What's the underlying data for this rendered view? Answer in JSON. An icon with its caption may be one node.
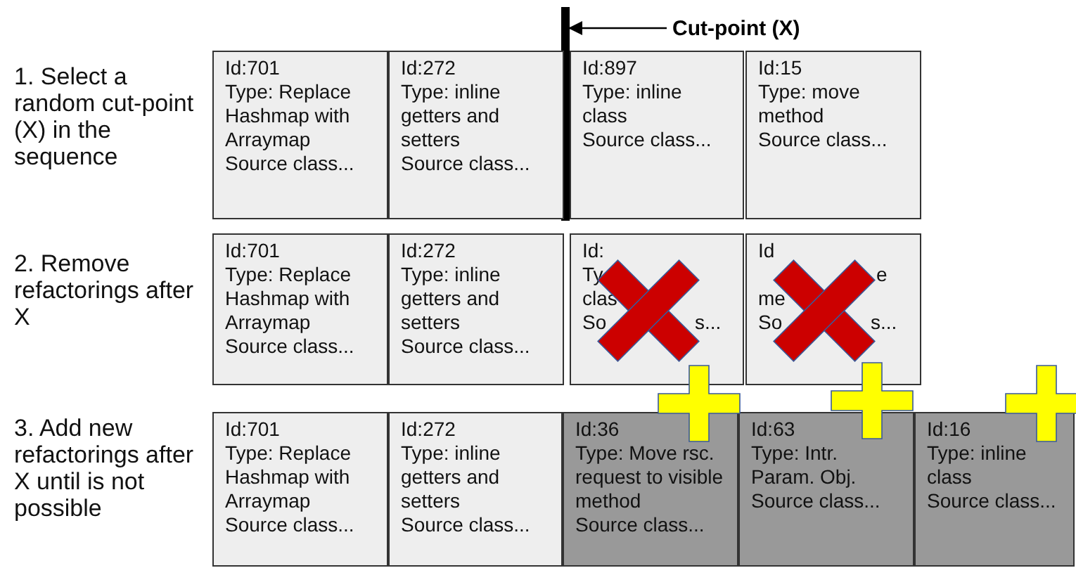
{
  "diagram": {
    "nodes": [
      {
        "text": [],
        "shape": "bar"
      },
      {
        "text": [
          "Cut-point (X)"
        ]
      },
      {
        "text": [
          "Id:701",
          "Type: Replace Hashmap with Arraymap",
          "Source class..."
        ]
      },
      {
        "text": [
          "Id:272",
          "Type: inline getters and setters",
          "Source class..."
        ]
      },
      {
        "text": [
          "Id:897",
          "Type: inline class",
          "Source class..."
        ]
      },
      {
        "text": [
          "Id:15",
          "Type: move method",
          "Source class..."
        ]
      },
      {
        "text": [
          "Id:701",
          "Type: Replace Hashmap with Arraymap",
          "Source class..."
        ]
      },
      {
        "text": [
          "Id:272",
          "Type: inline getters and setters",
          "Source class..."
        ]
      },
      {
        "text": [
          "Id:",
          "Ty",
          "clas",
          "So",
          "s..."
        ]
      },
      {
        "text": [
          "Id",
          "e",
          "me",
          "So",
          "s..."
        ]
      },
      {
        "text": [
          "Id:701",
          "Type: Replace Hashmap with Arraymap",
          "Source class..."
        ]
      },
      {
        "text": [
          "Id:272",
          "Type: inline getters and setters",
          "Source class..."
        ]
      },
      {
        "text": [
          "Id:36",
          "Type: Move rsc. request to visible method",
          "Source class..."
        ]
      },
      {
        "text": [
          "Id:63",
          "Type: Intr. Param. Obj.",
          "Source class..."
        ]
      },
      {
        "text": [
          "Id:16",
          "Type: inline class",
          "Source class..."
        ]
      }
    ],
    "edges": [
      {
        "from": 1,
        "to": 0,
        "arrow": "to"
      }
    ],
    "labels": [
      "1. Select a random cut-point (X) in the sequence",
      "2. Remove refactorings after X",
      "3. Add new refactorings after X until is not possible"
    ]
  }
}
